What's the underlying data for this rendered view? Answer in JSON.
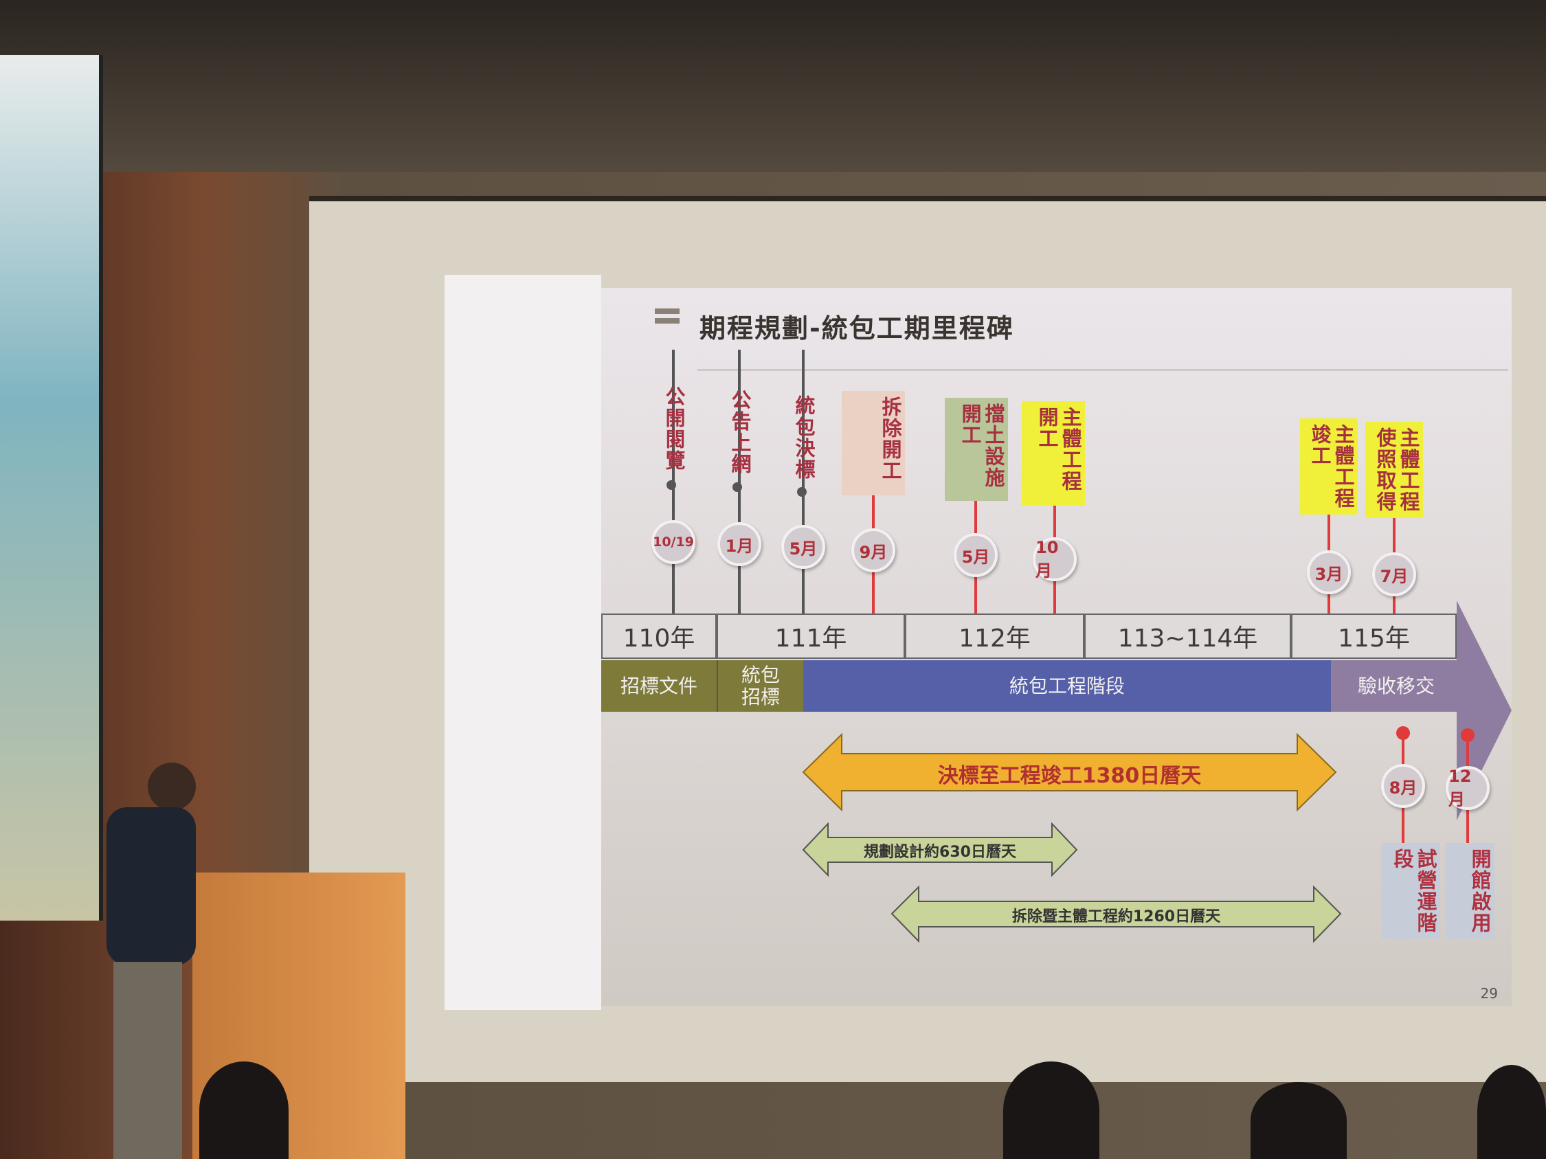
{
  "slide": {
    "title": "期程規劃-統包工期里程碑",
    "page_number": "29",
    "milestones": [
      {
        "label": "公開閱覽",
        "date": "10/19",
        "style": "plain"
      },
      {
        "label": "公告上網",
        "date": "1月",
        "style": "plain"
      },
      {
        "label": "統包決標",
        "date": "5月",
        "style": "plain"
      },
      {
        "label": "拆除開工",
        "date": "9月",
        "style": "pink"
      },
      {
        "label": "擋土設施開工",
        "date": "5月",
        "style": "green"
      },
      {
        "label": "主體工程開工",
        "date": "10月",
        "style": "yellow"
      },
      {
        "label": "主體工程竣工",
        "date": "3月",
        "style": "yellow"
      },
      {
        "label": "主體工程使照取得",
        "date": "7月",
        "style": "yellow"
      }
    ],
    "years": [
      "110年",
      "111年",
      "112年",
      "113~114年",
      "115年"
    ],
    "phases": [
      "招標文件",
      "統包招標",
      "統包工程階段",
      "驗收移交"
    ],
    "durations": [
      "決標至工程竣工1380日曆天",
      "規劃設計約630日曆天",
      "拆除暨主體工程約1260日曆天"
    ],
    "post_milestones": [
      {
        "label": "試營運階段",
        "date": "8月"
      },
      {
        "label": "開館啟用",
        "date": "12月"
      }
    ],
    "colors": {
      "red": "#e03a3a",
      "gray_stem": "#555555",
      "olive": "#7d7a3a",
      "blue": "#5560a8",
      "purple": "#8e7da0",
      "orange": "#f0b030",
      "green_arrow": "#c8d49a"
    }
  }
}
